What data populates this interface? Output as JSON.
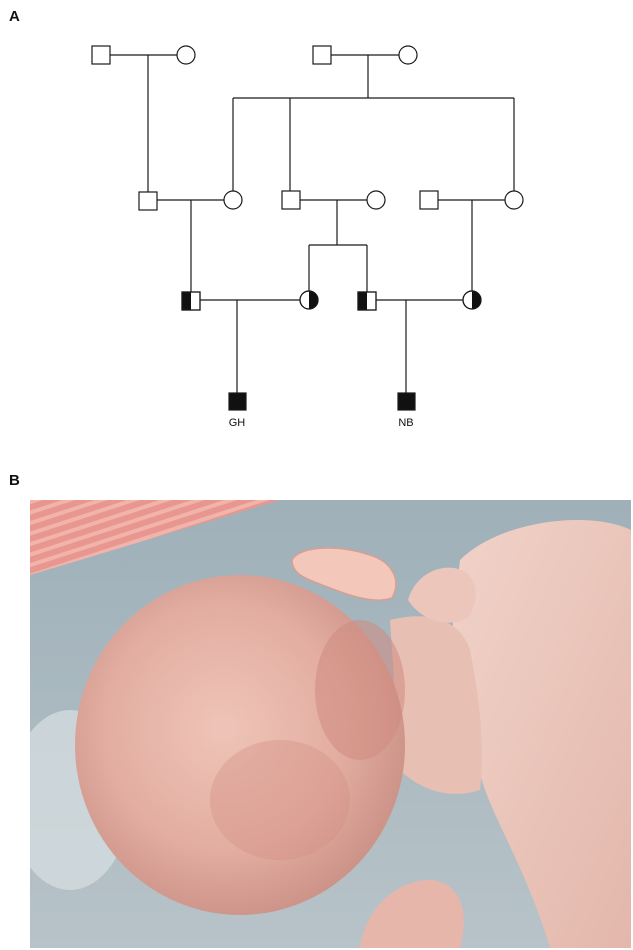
{
  "panel_a_label": "A",
  "panel_b_label": "B",
  "pedigree": {
    "affected_labels": [
      "GH",
      "NB"
    ]
  },
  "colors": {
    "line": "#1a1a1a",
    "affected_fill": "#111111",
    "unaffected_fill": "#ffffff",
    "blanket": "#a7b5bc",
    "skin": "#e9bcb0",
    "stripes": "#e79790"
  }
}
